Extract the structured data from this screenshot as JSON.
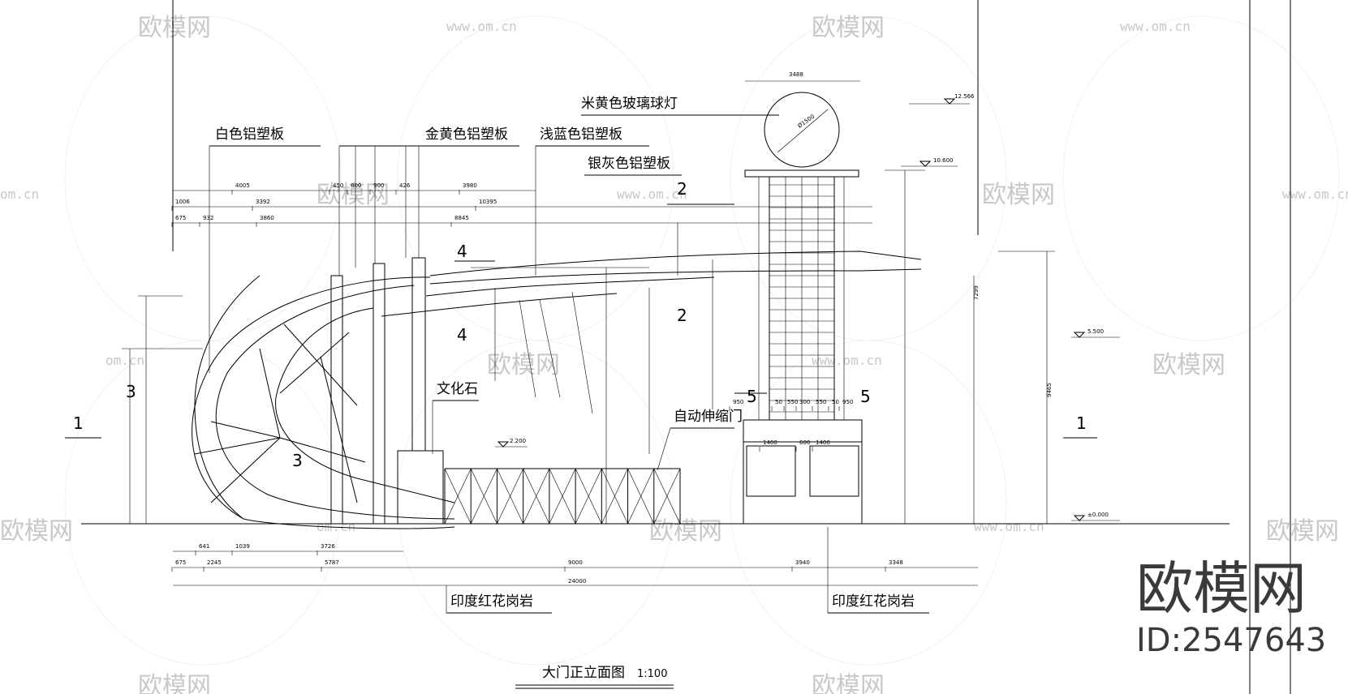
{
  "labels": {
    "white_panel": "白色铝塑板",
    "gold_panel": "金黄色铝塑板",
    "lightblue_panel": "浅蓝色铝塑板",
    "silvergray_panel": "银灰色铝塑板",
    "glass_lamp": "米黄色玻璃球灯",
    "culture_stone": "文化石",
    "auto_door": "自动伸缩门",
    "granite_left": "印度红花岗岩",
    "granite_right": "印度红花岗岩"
  },
  "title": {
    "name": "大门正立面图",
    "scale": "1:100"
  },
  "elevations": {
    "top": "12.566",
    "lamp_base": "10.600",
    "mid": "5.500",
    "ground": "±0.000",
    "gate": "2.200"
  },
  "section_marks": {
    "left": "1",
    "right": "1",
    "mark2_top": "2",
    "mark2_mid": "2",
    "mark3_left": "3",
    "mark3_inner": "3",
    "mark4_top": "4",
    "mark4_mid": "4",
    "mark5_left": "5",
    "mark5_right": "5"
  },
  "dimensions": {
    "bottom_total": "24000",
    "bottom_row": [
      "675",
      "2245",
      "5787",
      "9000",
      "3940",
      "3348"
    ],
    "bottom_top_row": [
      "641",
      "1039",
      "3726"
    ],
    "top_row1": [
      "4005",
      "450",
      "800",
      "900",
      "426",
      "3980"
    ],
    "top_row2": [
      "1006",
      "3392",
      "10395"
    ],
    "top_row3": [
      "675",
      "932",
      "3860",
      "8845"
    ],
    "lamp_width": "3488",
    "lamp_dia": "Ø1500",
    "pillar_row": [
      "950",
      "50",
      "550",
      "300",
      "550",
      "50",
      "950"
    ],
    "base_row": [
      "1400",
      "600",
      "1400"
    ],
    "right_total": "9465",
    "right_mid": "7299"
  },
  "watermarks": {
    "brand_small": "欧模网",
    "url": "www.om.cn",
    "url_short": "om.cn",
    "brand_large": "欧模网",
    "id": "ID:2547643"
  }
}
